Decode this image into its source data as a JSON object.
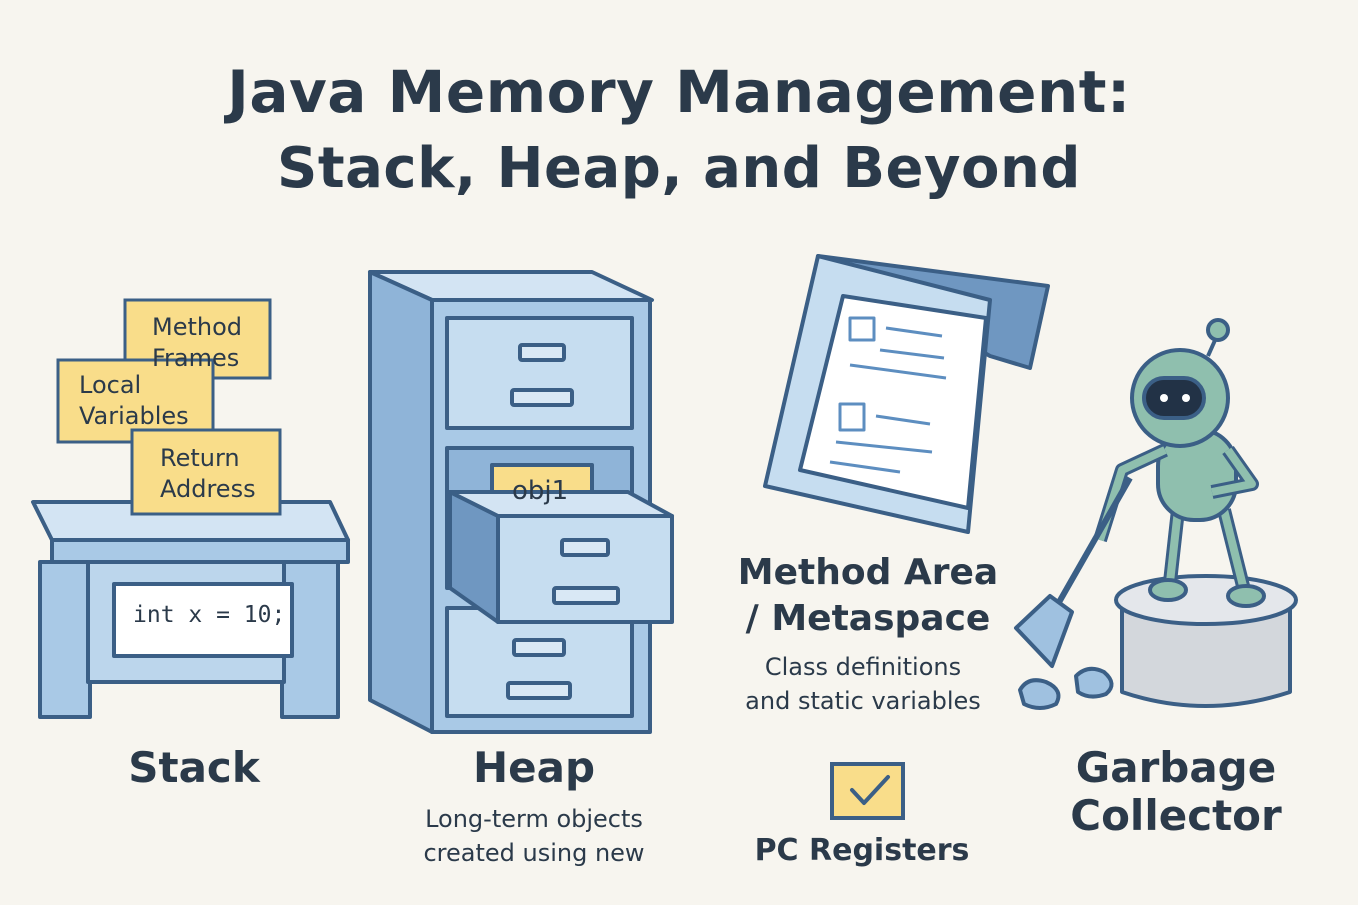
{
  "title": {
    "line1": "Java Memory Management:",
    "line2": "Stack, Heap, and Beyond"
  },
  "stack": {
    "name": "Stack",
    "code": "int x = 10;",
    "notes": {
      "method_frames_1": "Method",
      "method_frames_2": "Frames",
      "local_vars_1": "Local",
      "local_vars_2": "Variables",
      "return_addr_1": "Return",
      "return_addr_2": "Address"
    }
  },
  "heap": {
    "name": "Heap",
    "object_label": "obj1",
    "desc_line1": "Long-term objects",
    "desc_line2": "created using new"
  },
  "method_area": {
    "name_line1": "Method Area",
    "name_line2": "/ Metaspace",
    "desc_line1": "Class definitions",
    "desc_line2": "and static variables"
  },
  "pc_registers": {
    "name": "PC Registers",
    "icon": "checkbox-icon"
  },
  "gc": {
    "name_line1": "Garbage",
    "name_line2": "Collector",
    "icon": "robot-sweeper-icon"
  },
  "colors": {
    "outline": "#3b5f86",
    "blue_light": "#c6ddf0",
    "blue_mid": "#9fc1e0",
    "yellow": "#f9dd8a",
    "green": "#8fbfae",
    "gray": "#d3d7dc"
  }
}
